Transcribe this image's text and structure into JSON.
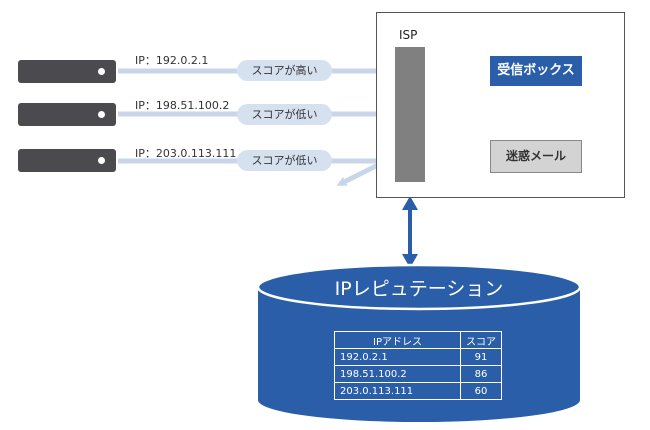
{
  "servers": [
    {
      "ip_label": "IP：192.0.2.1",
      "score_label": "スコアが高い"
    },
    {
      "ip_label": "IP：198.51.100.2",
      "score_label": "スコアが低い"
    },
    {
      "ip_label": "IP：203.0.113.111",
      "score_label": "スコアが低い"
    }
  ],
  "isp": {
    "label": "ISP",
    "inbox_label": "受信ボックス",
    "spam_label": "迷惑メール"
  },
  "database": {
    "title": "IPレピュテーション",
    "table": {
      "headers": [
        "IPアドレス",
        "スコア"
      ],
      "rows": [
        {
          "ip": "192.0.2.1",
          "score": "91"
        },
        {
          "ip": "198.51.100.2",
          "score": "86"
        },
        {
          "ip": "203.0.113.111",
          "score": "60"
        }
      ]
    }
  },
  "colors": {
    "flow_arrow": "#c9d6ea",
    "database_fill": "#2b5ea8",
    "inbox_fill": "#2b5ea8",
    "isp_column": "#808080",
    "server_body": "#4a4a4f"
  }
}
